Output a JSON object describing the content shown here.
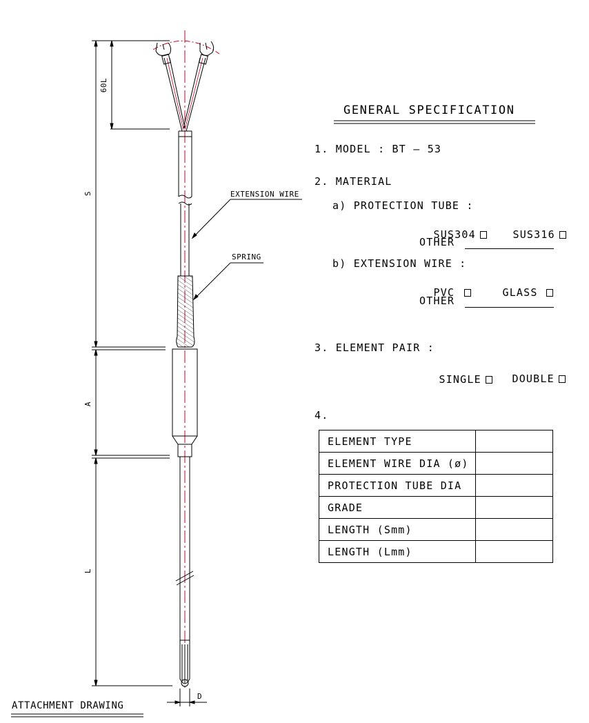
{
  "drawing": {
    "dimensions": {
      "lead_length": "60L",
      "s": "S",
      "a": "A",
      "l": "L",
      "d": "D"
    },
    "callouts": {
      "extension_wire": "EXTENSION WIRE",
      "spring": "SPRING"
    },
    "caption": "ATTACHMENT DRAWING"
  },
  "spec": {
    "title": "GENERAL SPECIFICATION",
    "model": "1. MODEL : BT – 53",
    "material": "2. MATERIAL",
    "protection_tube": "a) PROTECTION TUBE :",
    "sus304": "SUS304",
    "sus316": "SUS316",
    "other_1": "OTHER",
    "extension_wire": "b) EXTENSION WIRE :",
    "pvc": "PVC",
    "glass": "GLASS",
    "other_2": "OTHER",
    "element_pair": "3. ELEMENT PAIR :",
    "single": "SINGLE",
    "double": "DOUBLE",
    "item4": "4."
  },
  "table": {
    "rows": [
      {
        "label": "ELEMENT TYPE",
        "value": ""
      },
      {
        "label": "ELEMENT WIRE DIA (ø)",
        "value": ""
      },
      {
        "label": "PROTECTION TUBE DIA",
        "value": ""
      },
      {
        "label": "GRADE",
        "value": ""
      },
      {
        "label": "LENGTH (Smm)",
        "value": ""
      },
      {
        "label": "LENGTH (Lmm)",
        "value": ""
      }
    ]
  }
}
